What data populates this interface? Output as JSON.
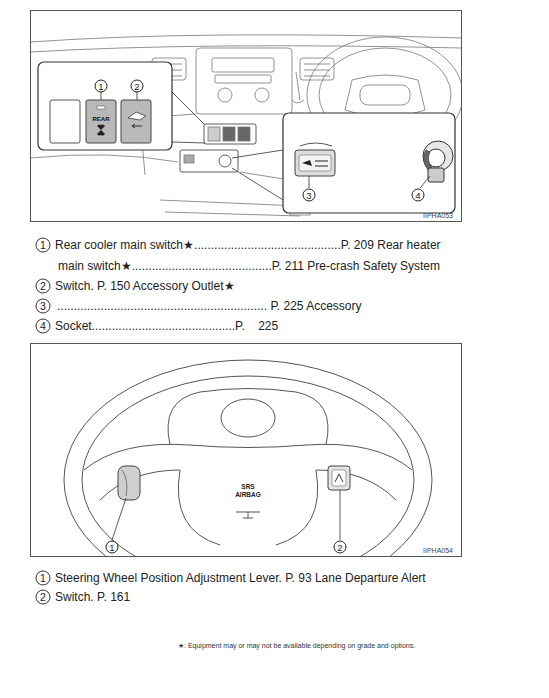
{
  "diagram": {
    "nodes": [
      {
        "text": [
          "IIPHA053"
        ]
      },
      {
        "text": [
          "IIPHA054"
        ]
      }
    ],
    "labels": [
      "1",
      "2",
      "REAR",
      "3",
      "4",
      "1",
      "Rear cooler main switch★............................................P. 209 Rear heater",
      "main switch★..........................................P. 211 Pre-crash Safety System",
      "2",
      "Switch. P. 150 Accessory Outlet★",
      "3",
      "............................................................... P. 225 Accessory",
      "4",
      "Socket...........................................P.    225",
      "1",
      "2",
      "SRS",
      "AIRBAG",
      "1",
      "Steering Wheel Position Adjustment Lever. P. 93 Lane Departure Alert",
      "2",
      "Switch. P. 161",
      "★: Equipment may or may not be available depending on grade and options."
    ]
  }
}
